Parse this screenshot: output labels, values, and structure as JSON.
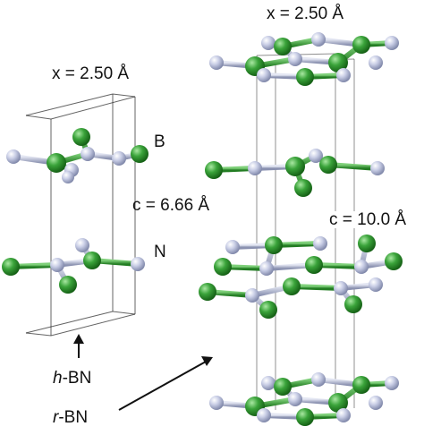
{
  "left_structure": {
    "label_x": "x = 2.50 Å",
    "label_c": "c = 6.66 Å",
    "label_B": "B",
    "label_N": "N",
    "name_prefix": "h",
    "name_suffix": "-BN"
  },
  "right_structure": {
    "label_x": "x = 2.50 Å",
    "label_c": "c = 10.0 Å",
    "name_prefix": "r",
    "name_suffix": "-BN"
  },
  "colors": {
    "boron": "#3aa33a",
    "nitrogen": "#c9cee6",
    "bond_boron": "#3fae3f",
    "bond_nitrogen": "#b7bdd6",
    "cell_edge": "#222222"
  }
}
